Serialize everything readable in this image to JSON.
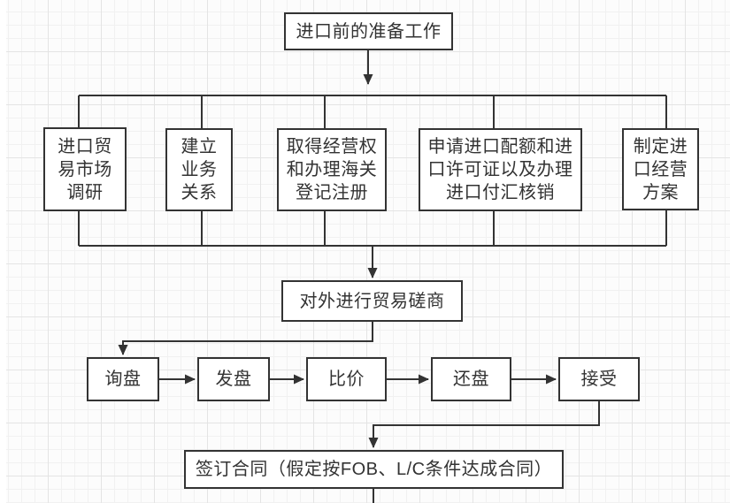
{
  "diagram": {
    "type": "flowchart",
    "topic": "import-trade-process",
    "colors": {
      "line": "#333333",
      "box_border": "#333333",
      "box_fill": "#ffffff",
      "text": "#333333",
      "canvas_bg": "#fcfcfc",
      "grid_minor": "#f1f1f1",
      "grid_major": "#e4e4e4"
    },
    "nodes": {
      "prepare": {
        "label": "进口前的准备工作"
      },
      "market_research": {
        "label": "进口贸易市场调研"
      },
      "business_relations": {
        "label": "建立业务关系"
      },
      "license_registration": {
        "label": "取得经营权和办理海关登记注册"
      },
      "quota_permit": {
        "label": "申请进口配额和进口许可证以及办理进口付汇核销"
      },
      "operation_plan": {
        "label": "制定进口经营方案"
      },
      "negotiation": {
        "label": "对外进行贸易磋商"
      },
      "inquiry": {
        "label": "询盘"
      },
      "offer": {
        "label": "发盘"
      },
      "price_compare": {
        "label": "比价"
      },
      "counter_offer": {
        "label": "还盘"
      },
      "accept": {
        "label": "接受"
      },
      "sign_contract": {
        "label": "签订合同（假定按FOB、L/C条件达成合同）"
      }
    },
    "edges": [
      "prepare -> market_research",
      "prepare -> business_relations",
      "prepare -> license_registration",
      "prepare -> quota_permit",
      "prepare -> operation_plan",
      "market_research -> negotiation",
      "business_relations -> negotiation",
      "license_registration -> negotiation",
      "quota_permit -> negotiation",
      "operation_plan -> negotiation",
      "negotiation -> inquiry",
      "inquiry -> offer",
      "offer -> price_compare",
      "price_compare -> counter_offer",
      "counter_offer -> accept",
      "accept -> sign_contract",
      "sign_contract -> (continues below)"
    ]
  }
}
